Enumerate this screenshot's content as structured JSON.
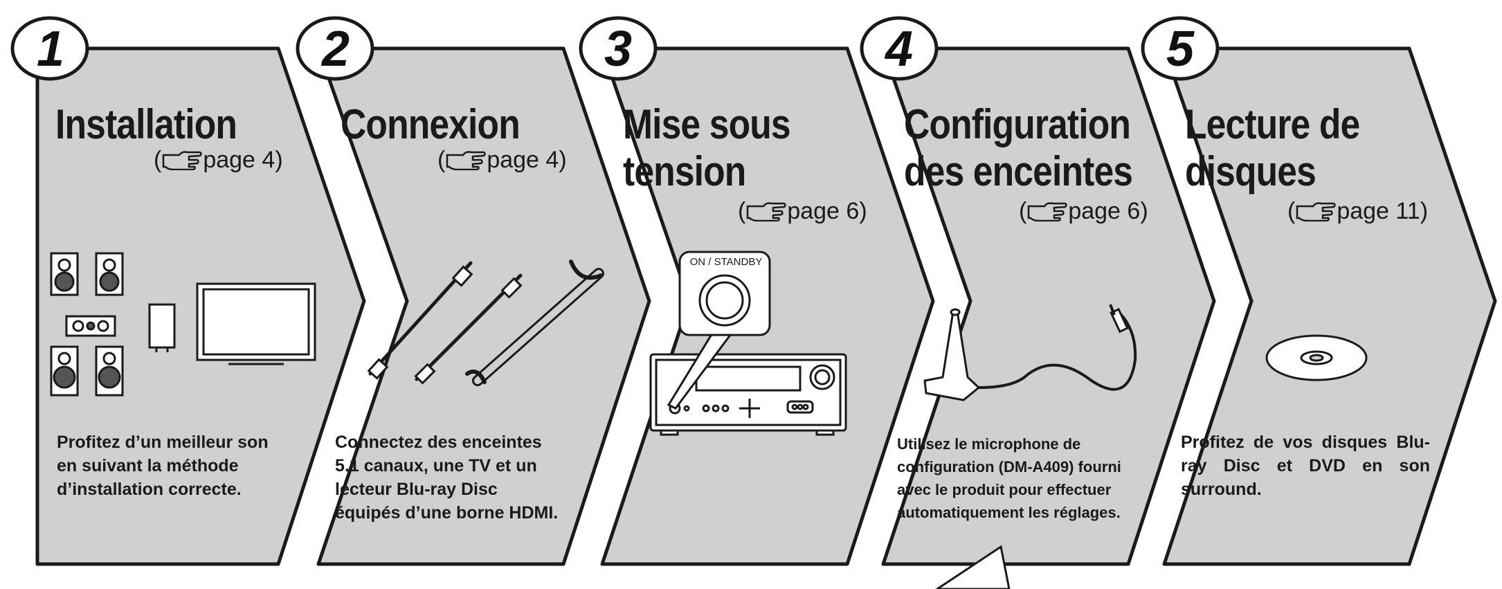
{
  "steps": [
    {
      "number": "1",
      "title": "Installation",
      "ref": "page 4",
      "desc": "Profitez d’un meilleur son en suivant la méthode d’installation correcte."
    },
    {
      "number": "2",
      "title": "Connexion",
      "ref": "page 4",
      "desc": "Connectez des enceintes 5.1 canaux, une TV et un lecteur Blu-ray Disc équipés d’une borne HDMI."
    },
    {
      "number": "3",
      "title_line1": "Mise sous",
      "title_line2": "tension",
      "ref": "page 6",
      "button_label": "ON / STANDBY"
    },
    {
      "number": "4",
      "title_line1": "Configuration",
      "title_line2": "des enceintes",
      "ref": "page 6",
      "desc": "Utilisez le microphone de configuration (DM-A409) fourni avec le produit pour effectuer automatiquement les réglages."
    },
    {
      "number": "5",
      "title_line1": "Lecture de",
      "title_line2": "disques",
      "ref": "page 11",
      "desc": "Profitez de vos disques Blu-ray Disc et DVD en son surround."
    }
  ],
  "colors": {
    "panel": "#d0d0d0",
    "outline": "#1a1a1a",
    "background": "#ffffff"
  }
}
